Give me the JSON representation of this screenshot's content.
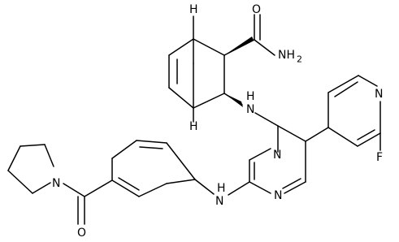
{
  "structure": {
    "atom_labels": {
      "amide_o": "O",
      "amide_nh2": "NH",
      "amide_nh2_sub": "2",
      "bridgehead_h_top": "H",
      "bridgehead_h_bottom": "H",
      "nh_upper": "H",
      "n_upper": "N",
      "pyrimidine_n_top": "N",
      "pyrimidine_n_bottom": "N",
      "pyridine_n": "N",
      "fluorine": "F",
      "pyrrolidine_n": "N",
      "carbonyl_o": "O",
      "nh_lower": "H",
      "n_lower": "N"
    }
  }
}
